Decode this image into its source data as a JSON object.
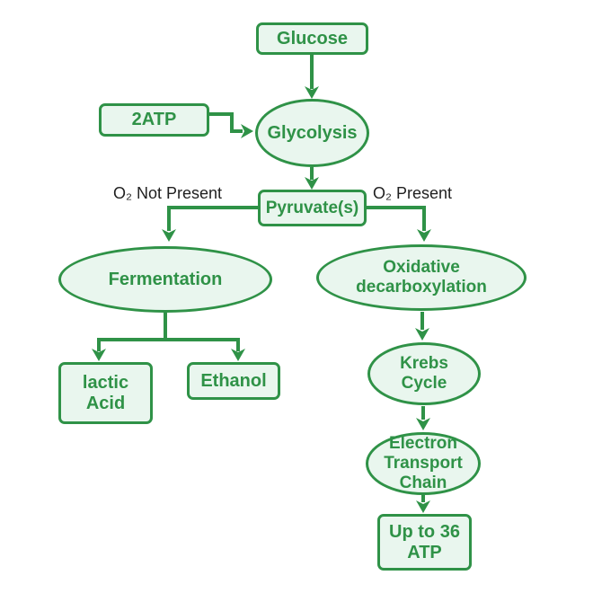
{
  "colors": {
    "green": "#2f9247",
    "node_fill": "#e9f6ee",
    "condition_label_text": "#1f1f1f",
    "background": "#ffffff"
  },
  "nodes": {
    "glucose": {
      "label": "Glucose",
      "shape": "rectangle"
    },
    "atp2": {
      "label": "2ATP",
      "shape": "rectangle"
    },
    "glycolysis": {
      "label": "Glycolysis",
      "shape": "ellipse"
    },
    "pyruvate": {
      "label": "Pyruvate(s)",
      "shape": "rectangle"
    },
    "fermentation": {
      "label": "Fermentation",
      "shape": "ellipse"
    },
    "lactic_acid": {
      "label": "lactic\nAcid",
      "shape": "rectangle"
    },
    "ethanol": {
      "label": "Ethanol",
      "shape": "rectangle"
    },
    "oxidative_decarboxylation": {
      "label": "Oxidative\ndecarboxylation",
      "shape": "ellipse"
    },
    "krebs_cycle": {
      "label": "Krebs\nCycle",
      "shape": "ellipse"
    },
    "electron_transport_chain": {
      "label": "Electron\nTransport\nChain",
      "shape": "ellipse"
    },
    "atp36": {
      "label": "Up to 36\nATP",
      "shape": "rectangle"
    }
  },
  "condition_labels": {
    "o2_not_present": "O₂ Not Present",
    "o2_present": "O₂ Present"
  },
  "edges": [
    {
      "from": "glucose",
      "to": "glycolysis"
    },
    {
      "from": "atp2",
      "to": "glycolysis"
    },
    {
      "from": "glycolysis",
      "to": "pyruvate"
    },
    {
      "from": "pyruvate",
      "to": "fermentation",
      "label": "O₂ Not Present"
    },
    {
      "from": "pyruvate",
      "to": "oxidative_decarboxylation",
      "label": "O₂ Present"
    },
    {
      "from": "fermentation",
      "to": "lactic_acid"
    },
    {
      "from": "fermentation",
      "to": "ethanol"
    },
    {
      "from": "oxidative_decarboxylation",
      "to": "krebs_cycle"
    },
    {
      "from": "krebs_cycle",
      "to": "electron_transport_chain"
    },
    {
      "from": "electron_transport_chain",
      "to": "atp36"
    }
  ]
}
